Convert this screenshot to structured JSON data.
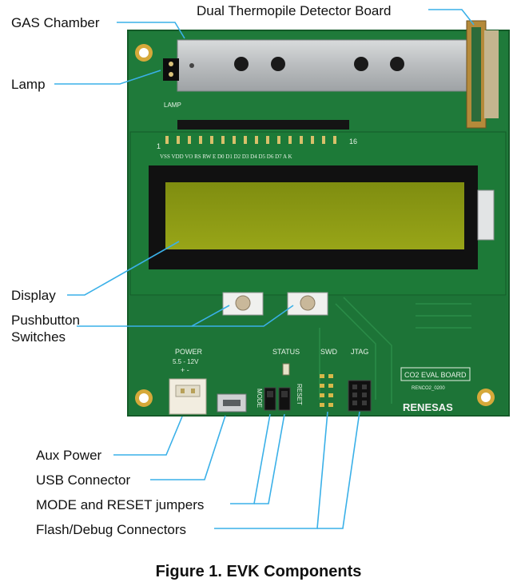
{
  "callouts": {
    "gas_chamber": "GAS Chamber",
    "thermopile": "Dual Thermopile Detector Board",
    "lamp": "Lamp",
    "display": "Display",
    "pushbutton": "Pushbutton\nSwitches",
    "aux_power": "Aux Power",
    "usb": "USB Connector",
    "jumpers": "MODE and RESET jumpers",
    "flash_debug": "Flash/Debug Connectors"
  },
  "board": {
    "lamp_label": "LAMP",
    "lcd_pins": "VSS VDD VO RS RW E D0 D1 D2 D3 D4 D5 D6 D7 A K",
    "pin_1": "1",
    "pin_16": "16",
    "power_label": "POWER",
    "power_range": "5.5 - 12V",
    "power_polarity": "+ -",
    "status_label": "STATUS",
    "swd_label": "SWD",
    "jtag_label": "JTAG",
    "mode_label": "MODE",
    "reset_label": "RESET",
    "eval_label": "CO2 EVAL BOARD",
    "part_number": "RENCO2_0200",
    "brand": "RENESAS"
  },
  "caption": "Figure 1. EVK Components",
  "colors": {
    "pcb": "#1f7a3a",
    "pcb_dark": "#15602c",
    "callout_line": "#3ab0e8",
    "lcd_screen": "#8c9a12",
    "chamber": "#bfc2c4"
  }
}
